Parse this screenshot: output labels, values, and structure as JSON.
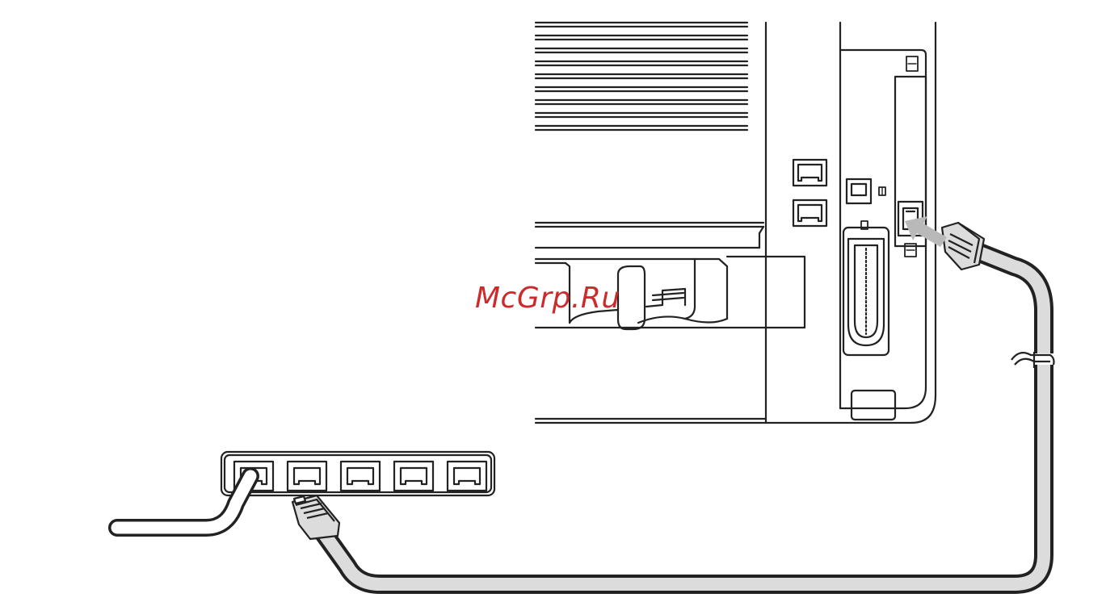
{
  "watermark": {
    "text": "McGrp.Ru",
    "color": "#cc2b2b"
  },
  "figure": {
    "line_color": "#222222",
    "cable_fill": "#dcdcdc",
    "arrow_fill": "#b9b9b9",
    "hub_port_count": 5,
    "icons": {
      "printer": "printer-rear-panel",
      "hub": "network-hub",
      "connector": "rj45-plug",
      "arrow": "insert-arrow"
    }
  }
}
